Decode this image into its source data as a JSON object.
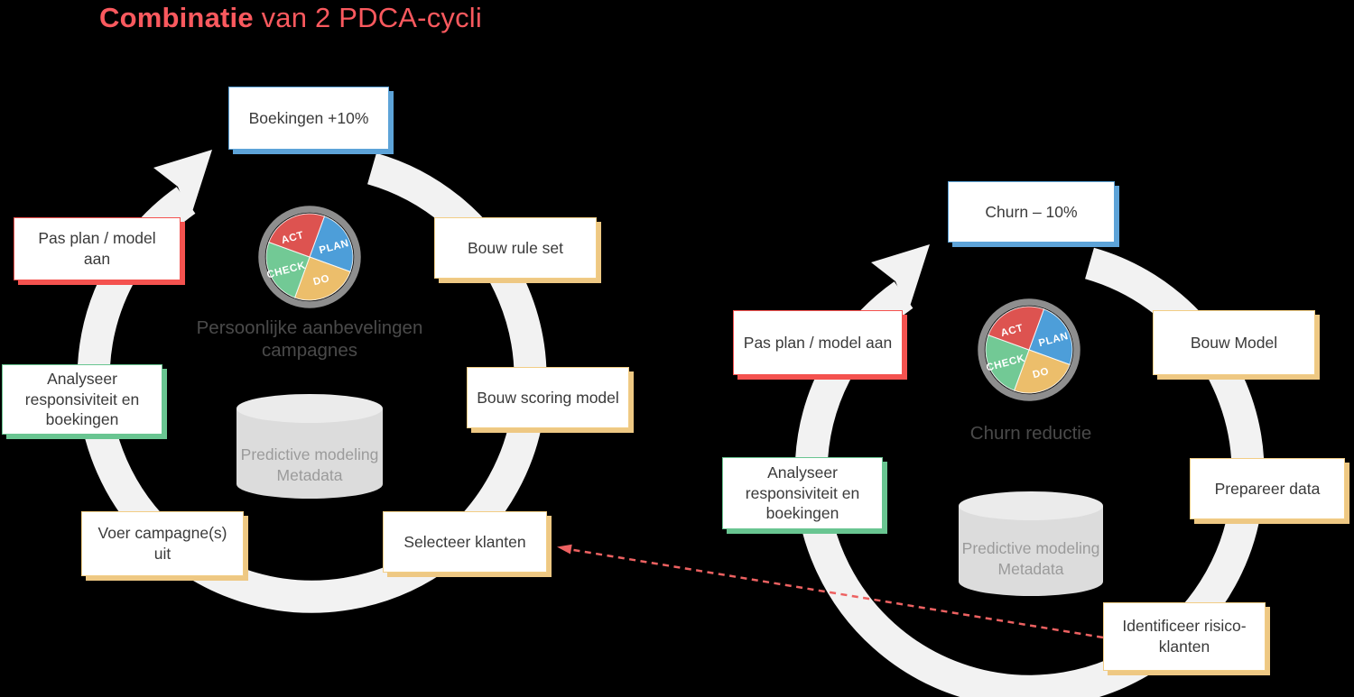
{
  "title": {
    "highlight": "Combinatie",
    "rest": " van 2 PDCA-cycli"
  },
  "pdca": {
    "plan": "PLAN",
    "do": "DO",
    "check": "CHECK",
    "act": "ACT"
  },
  "left_cycle": {
    "goal": "Boekingen +10%",
    "boxes": {
      "pas_plan": "Pas plan / model aan",
      "bouw_rule_set": "Bouw rule set",
      "bouw_scoring_model": "Bouw scoring model",
      "selecteer_klanten": "Selecteer klanten",
      "voer_campagnes": "Voer campagne(s) uit",
      "analyseer": "Analyseer responsiviteit en boekingen"
    },
    "center_line1": "Persoonlijke aanbevelingen",
    "center_line2": "campagnes",
    "db_line1": "Predictive modeling",
    "db_line2": "Metadata"
  },
  "right_cycle": {
    "goal": "Churn – 10%",
    "boxes": {
      "pas_plan": "Pas plan / model aan",
      "bouw_model": "Bouw Model",
      "prepareer_data": "Prepareer data",
      "identificeer": "Identificeer risico-klanten",
      "analyseer": "Analyseer responsiviteit en boekingen"
    },
    "center_label": "Churn reductie",
    "db_line1": "Predictive modeling",
    "db_line2": "Metadata"
  },
  "colors": {
    "title_red": "#fa595e",
    "box_blue": "#5da3d8",
    "box_red": "#f4524f",
    "box_green": "#69c591",
    "box_yellow": "#f2cd85",
    "ring_light": "#f2f2f2",
    "pie_plan": "#4d9ed9",
    "pie_do": "#ecbe6b",
    "pie_check": "#72c995",
    "pie_act": "#dd5350",
    "pie_ring": "#8e8e8e",
    "dashed_arrow": "#ed6161",
    "cylinder_body": "#dcdcdc",
    "cylinder_top": "#ebebeb",
    "box_text": "#3a3a3a",
    "muted_text": "#9b9b9b",
    "center_text": "#4a4a4a"
  }
}
